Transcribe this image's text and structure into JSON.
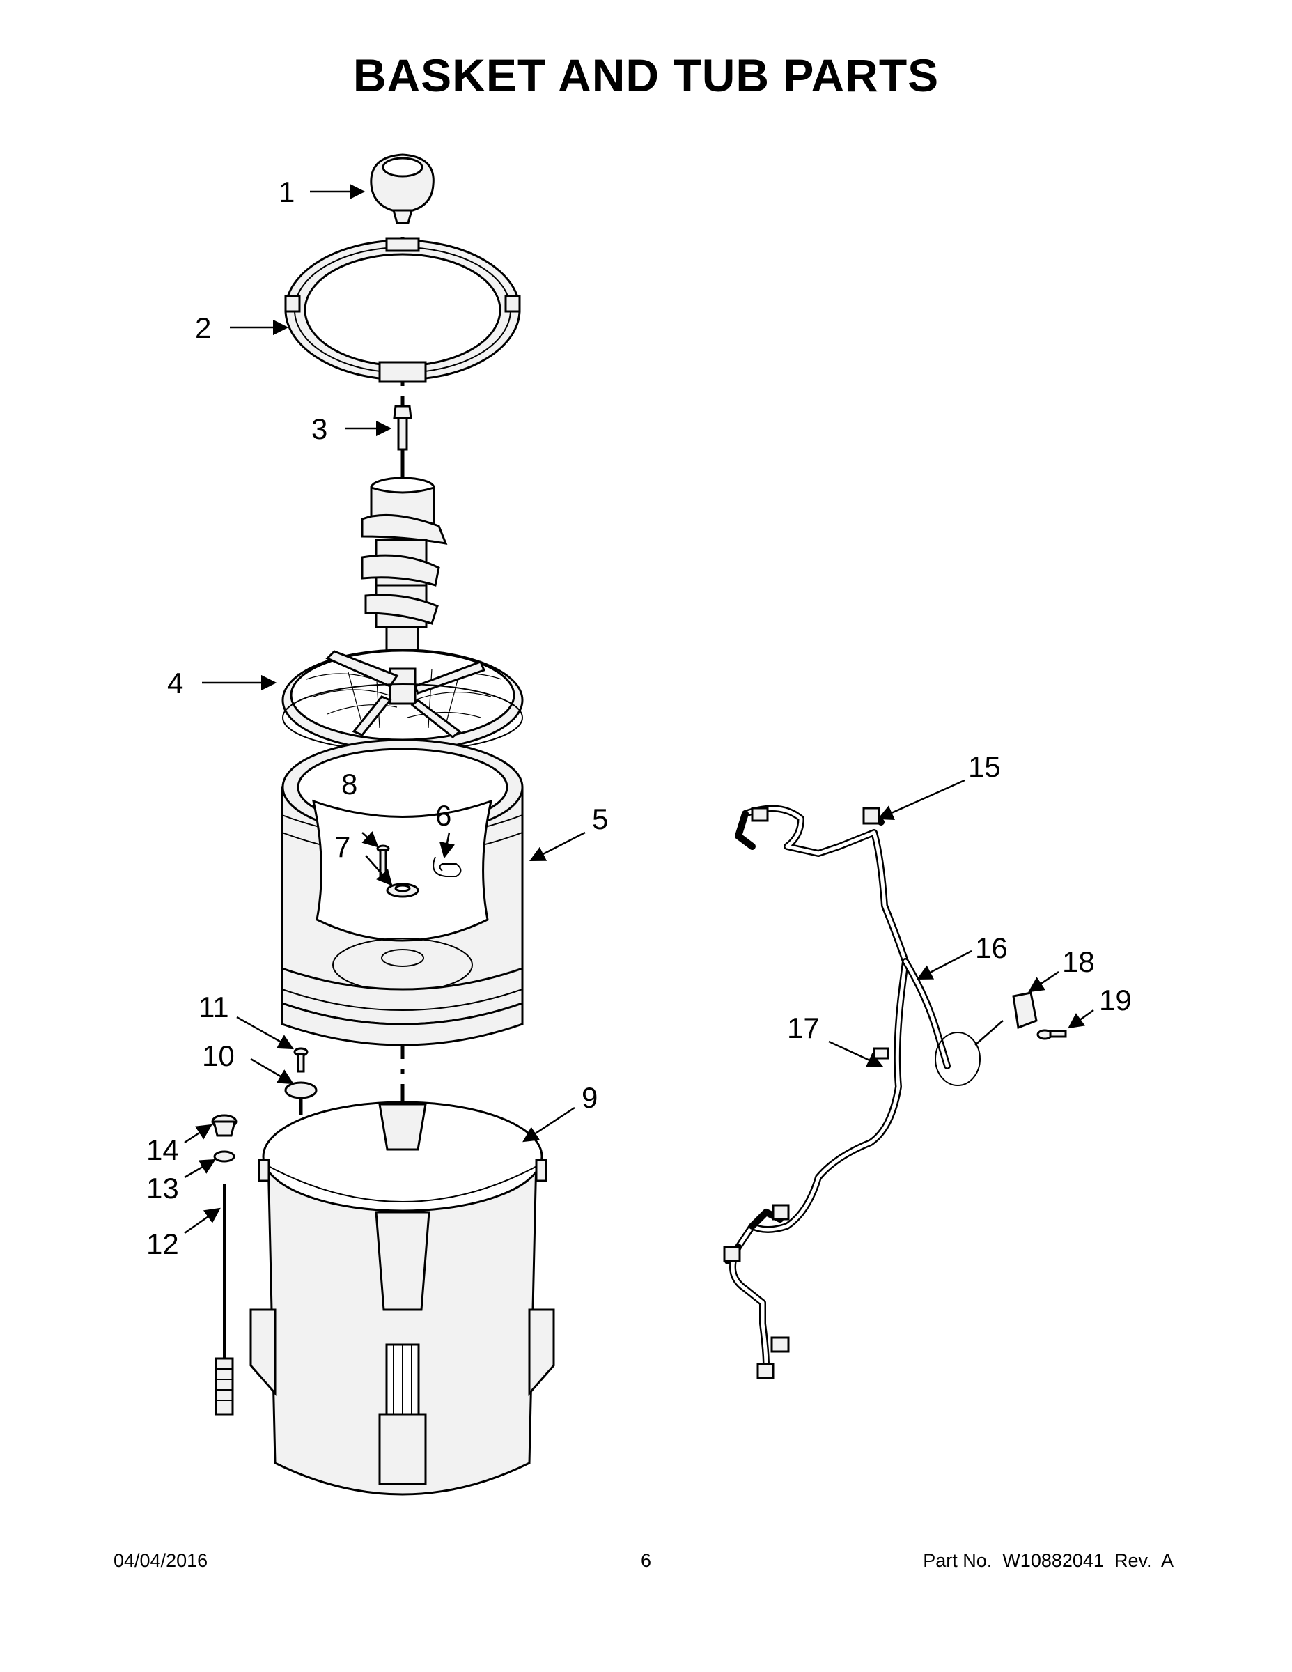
{
  "title": "BASKET AND TUB PARTS",
  "callouts": [
    "1",
    "2",
    "3",
    "4",
    "5",
    "6",
    "7",
    "8",
    "9",
    "10",
    "11",
    "12",
    "13",
    "14",
    "15",
    "16",
    "17",
    "18",
    "19"
  ],
  "footer": {
    "date": "04/04/2016",
    "page": "6",
    "part_label": "Part No.",
    "part_number": "W10882041",
    "revision": "Rev.  A"
  }
}
